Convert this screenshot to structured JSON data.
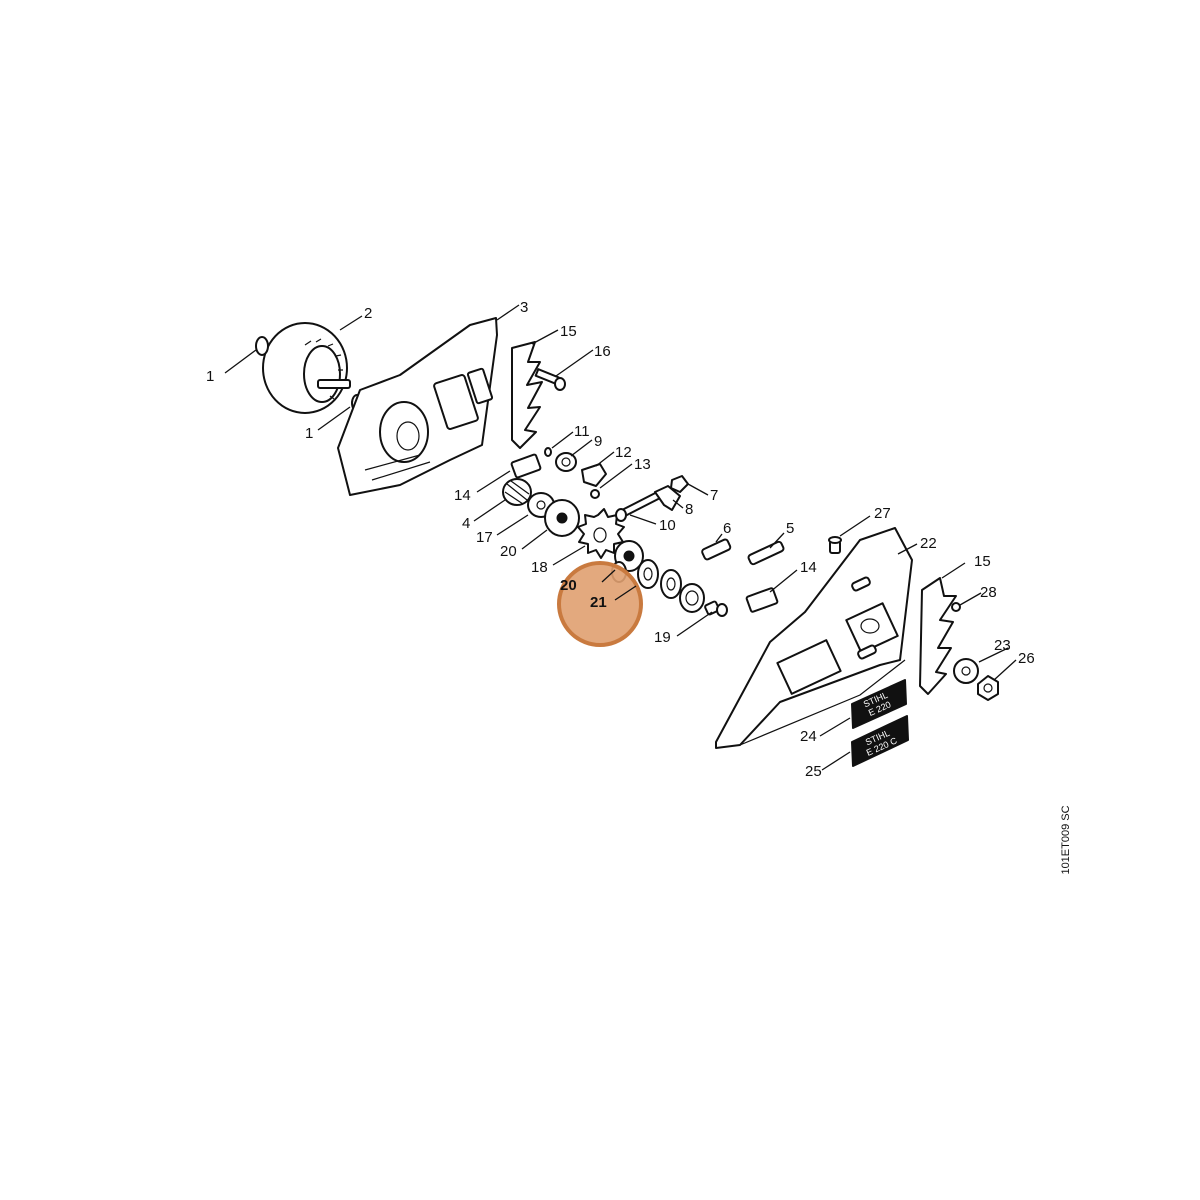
{
  "diagram": {
    "part_labels": [
      "1",
      "2",
      "1",
      "3",
      "15",
      "16",
      "11",
      "9",
      "12",
      "13",
      "14",
      "4",
      "17",
      "20",
      "18",
      "7",
      "8",
      "10",
      "6",
      "5",
      "27",
      "22",
      "15",
      "14",
      "20",
      "21",
      "19",
      "28",
      "23",
      "26",
      "24",
      "25"
    ],
    "highlighted_labels": [
      "20",
      "21"
    ],
    "cover_logo_1": "STIHL\nE 220",
    "cover_logo_2": "STIHL\nE 220 C",
    "highlight_color": "#e0a070",
    "drawing_code": "101ET009 SC"
  }
}
